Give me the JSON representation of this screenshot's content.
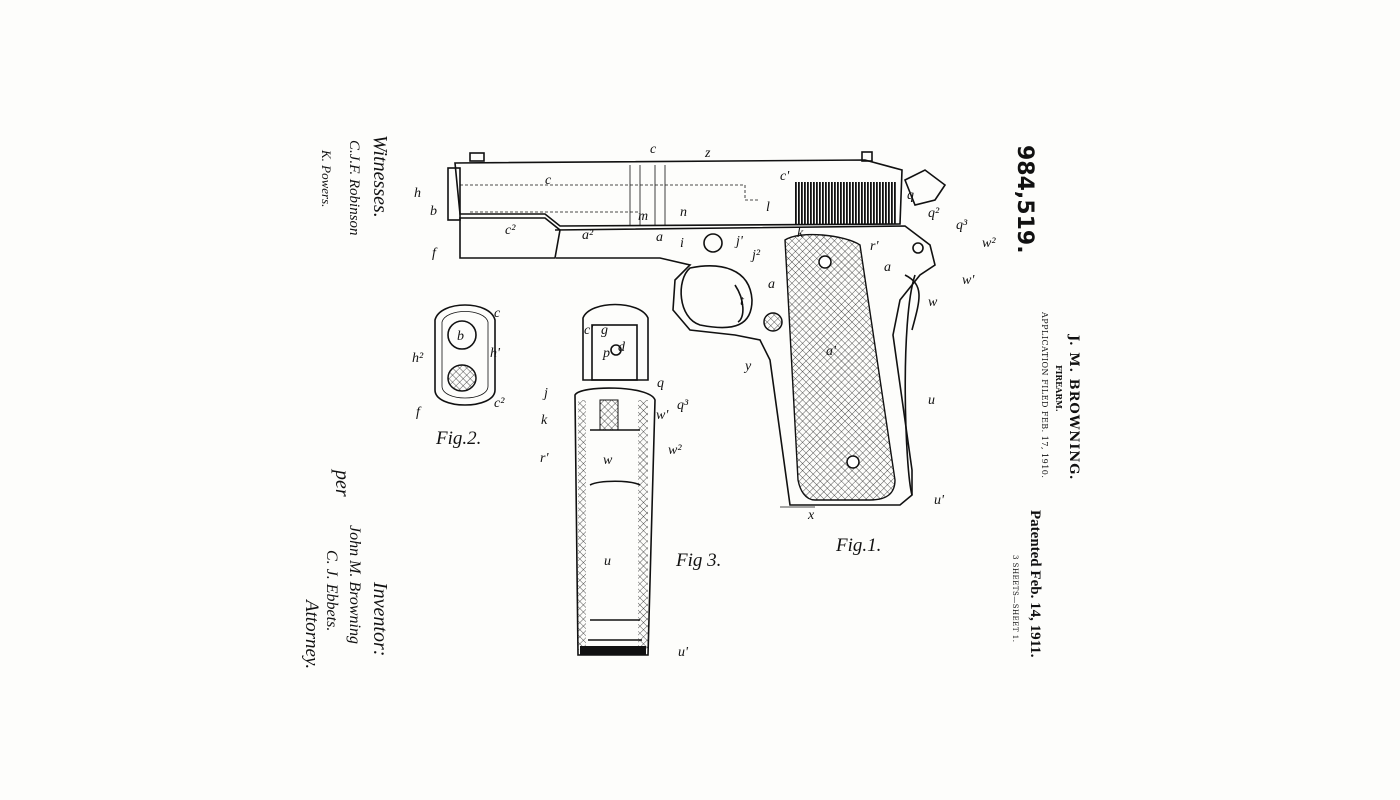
{
  "header": {
    "patent_number": "984,519.",
    "inventor_name": "J. M. BROWNING.",
    "invention_title": "FIREARM.",
    "application_filed": "APPLICATION FILED FEB. 17, 1910.",
    "patented": "Patented Feb. 14, 1911.",
    "sheets": "3 SHEETS—SHEET 1."
  },
  "signatures": {
    "witnesses_label": "Witnesses.",
    "witness_1": "C.J.F. Robinson",
    "witness_2": "K. Powers.",
    "inventor_label": "Inventor:",
    "inventor_signature": "John M. Browning",
    "per_label": "per",
    "attorney_signature": "C. J. Ebbets.",
    "attorney_label": "Attorney."
  },
  "figures": {
    "fig1": {
      "caption": "Fig.1.",
      "labels": [
        "h",
        "b",
        "c",
        "z",
        "c",
        "c'",
        "m",
        "n",
        "a",
        "a²",
        "c²",
        "f",
        "i",
        "j'",
        "l",
        "k",
        "j²",
        "t",
        "a",
        "y",
        "a'",
        "q",
        "q²",
        "q³",
        "r'",
        "a",
        "w²",
        "w'",
        "w",
        "u",
        "u'",
        "x"
      ]
    },
    "fig2": {
      "caption": "Fig.2.",
      "labels": [
        "c",
        "h²",
        "b",
        "h'",
        "f",
        "c²"
      ]
    },
    "fig3": {
      "caption": "Fig 3.",
      "labels": [
        "c'",
        "g",
        "p",
        "d",
        "j",
        "q",
        "k",
        "q³",
        "w'",
        "r'",
        "w²",
        "w",
        "u",
        "u'"
      ]
    }
  }
}
